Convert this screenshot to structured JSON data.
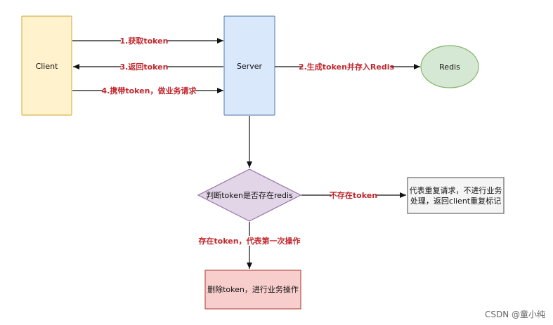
{
  "nodes": {
    "client": {
      "label": "Client",
      "fill": "#fff2cc",
      "stroke": "#d6b656"
    },
    "server": {
      "label": "Server",
      "fill": "#dae8fc",
      "stroke": "#6c8ebf"
    },
    "redis": {
      "label": "Redis",
      "fill": "#d5e8d4",
      "stroke": "#82b366"
    },
    "decision": {
      "label": "判断token是否存在redis",
      "fill": "#e1d5e7",
      "stroke": "#9673a6"
    },
    "duplicate": {
      "line1": "代表重复请求，不进行业务",
      "line2": "处理，返回client重复标记",
      "fill": "#f5f5f5",
      "stroke": "#666666"
    },
    "delete": {
      "label": "删除token，进行业务操作",
      "fill": "#f8cecc",
      "stroke": "#b85450"
    }
  },
  "edges": {
    "get_token": "1.获取token",
    "generate_token": "2.生成token并存入Redis",
    "return_token": "3.返回token",
    "carry_token": "4.携带token，做业务请求",
    "not_exist": "不存在token",
    "exist": "存在token，代表第一次操作"
  },
  "watermark": "CSDN @童小纯",
  "colors": {
    "edge_label": "#c1272d",
    "line": "#111111"
  }
}
